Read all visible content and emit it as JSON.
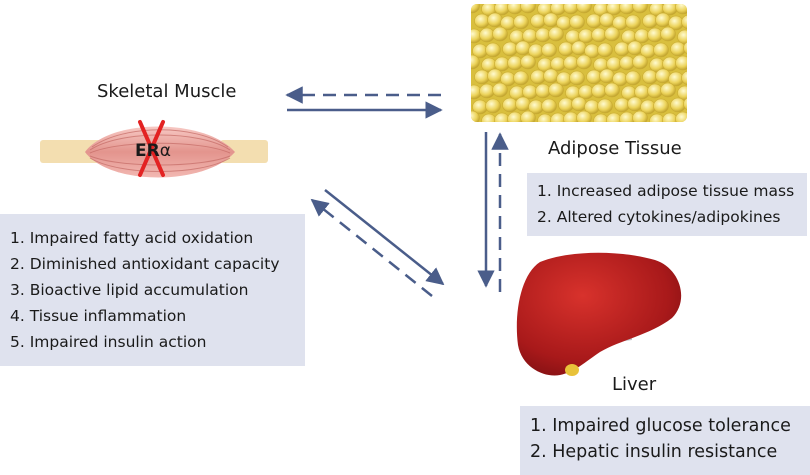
{
  "colors": {
    "arrow": "#4a5d8a",
    "box_bg": "#dfe2ee",
    "cross": "#e32222"
  },
  "muscle": {
    "title": "Skeletal Muscle",
    "receptor": "ER",
    "receptor_suffix": "α",
    "items": [
      "1. Impaired fatty acid oxidation",
      "2. Diminished antioxidant capacity",
      "3. Bioactive lipid accumulation",
      "4. Tissue inflammation",
      "5. Impaired insulin action"
    ]
  },
  "adipose": {
    "title": "Adipose Tissue",
    "items": [
      "1. Increased adipose tissue mass",
      "2. Altered cytokines/adipokines"
    ]
  },
  "liver": {
    "title": "Liver",
    "items": [
      "1.  Impaired glucose tolerance",
      "2.  Hepatic insulin resistance"
    ]
  }
}
